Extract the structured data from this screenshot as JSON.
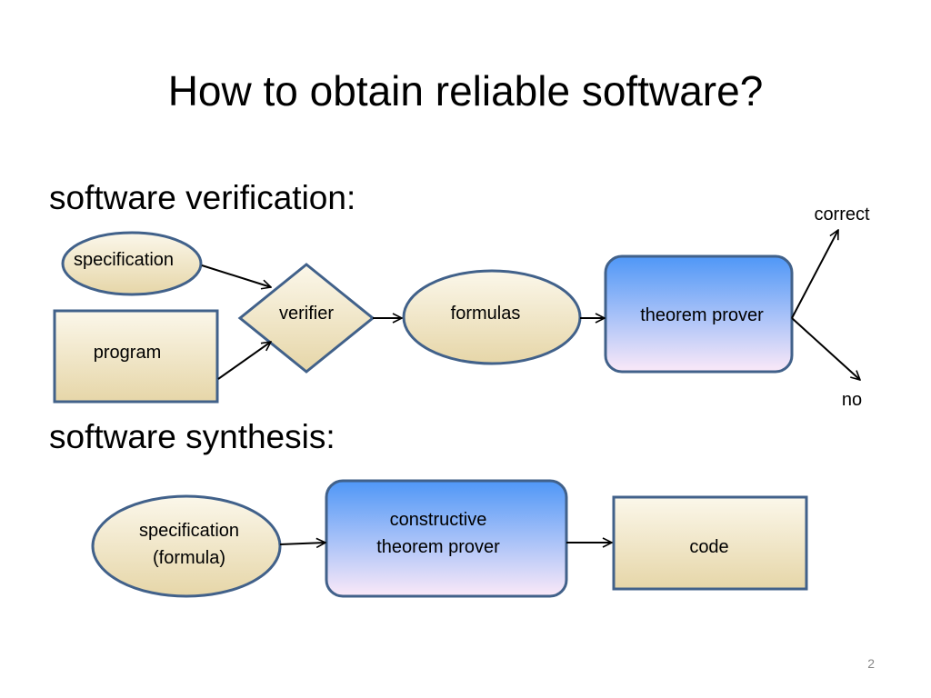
{
  "slide": {
    "title": "How to obtain reliable software?",
    "page_number": "2"
  },
  "verification": {
    "heading": "software verification:",
    "specification": "specification",
    "program": "program",
    "verifier": "verifier",
    "formulas": "formulas",
    "theorem_prover": "theorem prover",
    "correct": "correct",
    "no": "no"
  },
  "synthesis": {
    "heading": "software synthesis:",
    "specification_line1": "specification",
    "specification_line2": "(formula)",
    "prover_line1": "constructive",
    "prover_line2": "theorem prover",
    "code": "code"
  },
  "colors": {
    "shape_fill_top": "#fbf7ea",
    "shape_fill_bottom": "#e6d6a8",
    "shape_stroke": "#41618a",
    "prover_fill_top": "#4f97f7",
    "prover_fill_bottom": "#fbe9f8",
    "arrow": "#000000"
  }
}
